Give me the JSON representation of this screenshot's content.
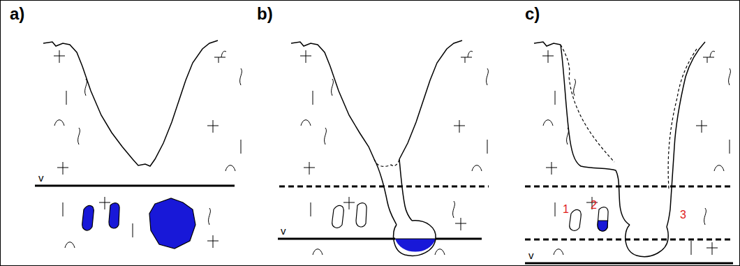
{
  "diagram": {
    "labels": [
      "a)",
      "b)",
      "c)",
      "v",
      "v",
      "v",
      "1",
      "2",
      "3"
    ]
  }
}
